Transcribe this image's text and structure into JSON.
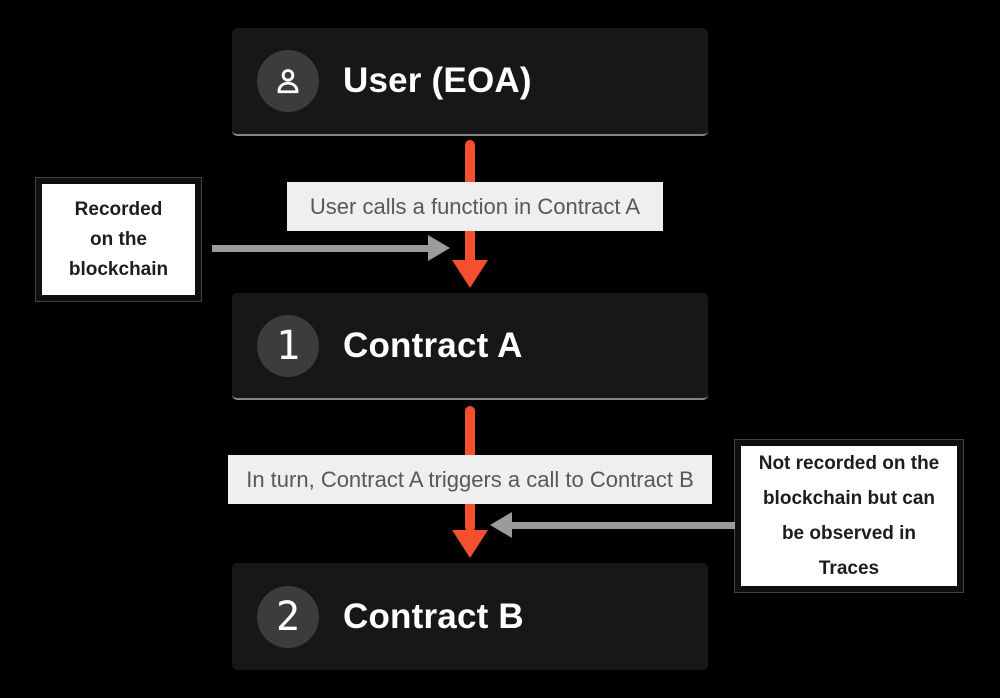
{
  "diagram_title": "Contract call flow: User EOA to Contract A to Contract B",
  "nodes": [
    {
      "title": "User (EOA)",
      "icon": "person-icon"
    },
    {
      "title": "Contract A",
      "badge": "1"
    },
    {
      "title": "Contract B",
      "badge": "2"
    }
  ],
  "flow_labels": [
    "User calls a function in Contract A",
    "In turn, Contract A triggers a call to Contract B"
  ],
  "annotations": [
    {
      "side": "left",
      "text": "Recorded on the blockchain",
      "lines": [
        "Recorded",
        "on the",
        "blockchain"
      ]
    },
    {
      "side": "right",
      "text": "Not recorded on the blockchain but can be observed in Traces",
      "lines": [
        "Not recorded on the",
        "blockchain but can",
        "be observed in",
        "Traces"
      ]
    }
  ],
  "colors": {
    "background": "#000000",
    "node_background": "#161718",
    "node_circle": "#3B3C3E",
    "node_underline": "#858585",
    "arrow_orange": "#F4502D",
    "arrow_gray": "#9B9B9B",
    "flow_label_background": "#EFEFEF",
    "flow_label_text": "#58585A",
    "annotation_background": "#FFFFFF",
    "annotation_border": "#0F0F0F",
    "annotation_text": "#1D1D1F"
  }
}
